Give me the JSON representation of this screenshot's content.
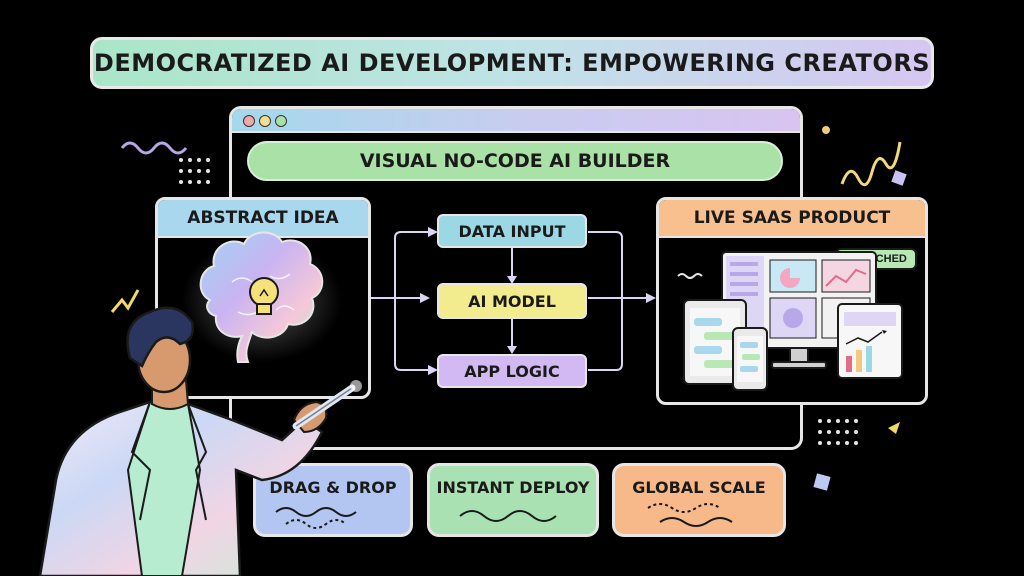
{
  "title": "DEMOCRATIZED AI DEVELOPMENT: EMPOWERING CREATORS",
  "builder": {
    "label": "VISUAL NO-CODE AI BUILDER"
  },
  "idea_panel": {
    "title": "ABSTRACT IDEA",
    "icon": "brain-lightbulb-icon"
  },
  "flow": {
    "nodes": [
      {
        "label": "DATA INPUT",
        "color": "#9bd8e3"
      },
      {
        "label": "AI MODEL",
        "color": "#f3ec8e"
      },
      {
        "label": "APP LOGIC",
        "color": "#d3b9f1"
      }
    ]
  },
  "product_panel": {
    "title": "LIVE SAAS PRODUCT",
    "badge": "LAUNCHED",
    "icon": "devices-dashboard-icon"
  },
  "features": [
    {
      "label": "DRAG & DROP",
      "color": "#b3c6f2"
    },
    {
      "label": "INSTANT DEPLOY",
      "color": "#a9e1b2"
    },
    {
      "label": "GLOBAL SCALE",
      "color": "#f7b88a"
    }
  ],
  "person": {
    "icon": "person-with-stylus-icon"
  },
  "colors": {
    "background": "#000000",
    "outline": "#e6e6e6"
  }
}
